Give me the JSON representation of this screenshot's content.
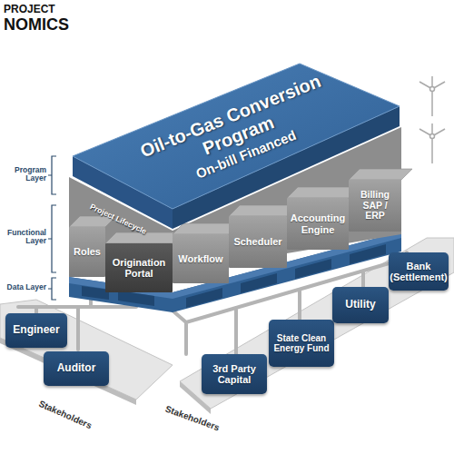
{
  "diagram": {
    "nodes": [
      {
        "text": [
          "Oil-to-Gas Conversion Program",
          "On-bill Financed"
        ]
      },
      {
        "text": [
          "Roles"
        ]
      },
      {
        "text": [
          "Origination Portal"
        ]
      },
      {
        "text": [
          "Workflow"
        ]
      },
      {
        "text": [
          "Scheduler"
        ]
      },
      {
        "text": [
          "Accounting Engine"
        ]
      },
      {
        "text": [
          "Billing SAP / ERP"
        ]
      },
      {
        "text": [
          "Engineer"
        ]
      },
      {
        "text": [
          "Auditor"
        ]
      },
      {
        "text": [
          "3rd Party Capital"
        ]
      },
      {
        "text": [
          "State Clean Energy Fund"
        ]
      },
      {
        "text": [
          "Utility"
        ]
      },
      {
        "text": [
          "Bank (Settlement)"
        ]
      }
    ],
    "labels": [
      "PROJECT",
      "NOMICS",
      "Program Layer",
      "Functional Layer",
      "Data Layer",
      "Project Lifecycle",
      "Stakeholders",
      "Stakeholders"
    ]
  }
}
